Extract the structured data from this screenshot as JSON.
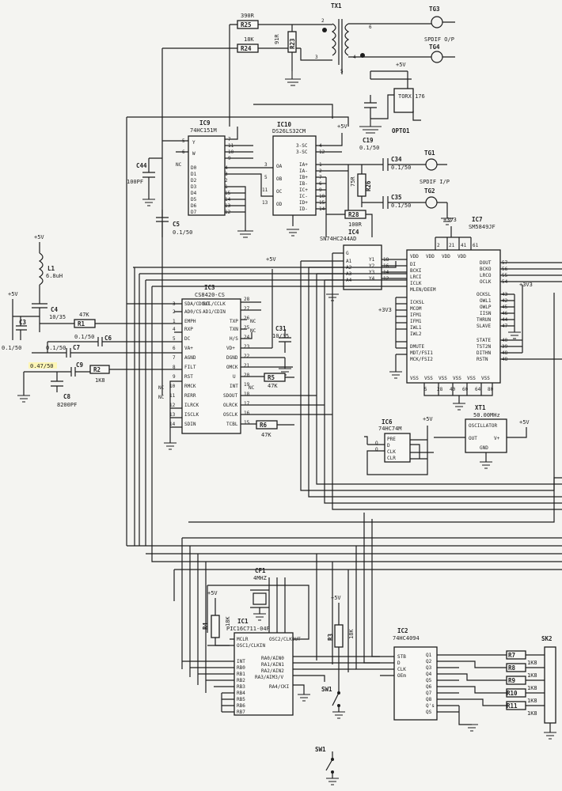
{
  "resistors": [
    {
      "ref": "R25",
      "value": "390R"
    },
    {
      "ref": "R24",
      "value": "18K"
    },
    {
      "ref": "R23",
      "value": "91R"
    },
    {
      "ref": "R1",
      "value": "47K"
    },
    {
      "ref": "R2",
      "value": "1K8"
    },
    {
      "ref": "R5",
      "value": "47K"
    },
    {
      "ref": "R6",
      "value": "47K"
    },
    {
      "ref": "R26",
      "value": "75R"
    },
    {
      "ref": "R28",
      "value": "100R"
    },
    {
      "ref": "R4",
      "value": "18K"
    },
    {
      "ref": "R3",
      "value": "18K"
    }
  ],
  "capacitors": [
    {
      "ref": "C44",
      "value": "100PF"
    },
    {
      "ref": "C5",
      "value": "0.1/50"
    },
    {
      "ref": "C4",
      "value": "10/35"
    },
    {
      "ref": "C3",
      "value": "0.1/50"
    },
    {
      "ref": "C6",
      "value": "0.1/50"
    },
    {
      "ref": "C7",
      "value": "0.1/50"
    },
    {
      "ref": "C9",
      "value": "0.47/50"
    },
    {
      "ref": "C8",
      "value": "8200PF"
    },
    {
      "ref": "C19",
      "value": "0.1/50"
    },
    {
      "ref": "C31",
      "value": "10/35"
    },
    {
      "ref": "C34",
      "value": "0.1/50"
    },
    {
      "ref": "C35",
      "value": "0.1/50"
    }
  ],
  "inductor": {
    "ref": "L1",
    "value": "6.8uH"
  },
  "transformer": {
    "ref": "TX1"
  },
  "terminals": {
    "tg3": "TG3",
    "tg4": "TG4",
    "tg1": "TG1",
    "tg2": "TG2",
    "spdif_out": "SPDIF O/P",
    "spdif_in": "SPDIF I/P"
  },
  "opto": {
    "ref": "OPTO1",
    "part": "TORX 176"
  },
  "supply": {
    "p5v": "+5V",
    "p3v3": "+3V3"
  },
  "ic9": {
    "ref": "IC9",
    "part": "74HC151M",
    "left_pins": [
      [
        "D0",
        "4"
      ],
      [
        "D1",
        "3"
      ],
      [
        "D2",
        "2"
      ],
      [
        "D3",
        "1"
      ],
      [
        "D4",
        "15"
      ],
      [
        "D5",
        "14"
      ],
      [
        "D6",
        "13"
      ],
      [
        "D7",
        "12"
      ]
    ],
    "top_pins": [
      "Y",
      "W",
      "5",
      "6"
    ],
    "right_pins": [
      "7",
      "11",
      "10",
      "9"
    ],
    "nc": "NC"
  },
  "ic10": {
    "ref": "IC10",
    "part": "DS26LS32CM",
    "left_pins": [
      [
        "OA",
        "3"
      ],
      [
        "OB",
        "5"
      ],
      [
        "OC",
        "11"
      ],
      [
        "OD",
        "13"
      ]
    ],
    "right_pins": [
      [
        "3-SC",
        "4"
      ],
      [
        "3-SC",
        "12"
      ],
      [
        "IA+",
        "1"
      ],
      [
        "IA-",
        "2"
      ],
      [
        "IB+",
        "7"
      ],
      [
        "IB-",
        "6"
      ],
      [
        "IC+",
        "9"
      ],
      [
        "IC-",
        "10"
      ],
      [
        "ID+",
        "15"
      ],
      [
        "ID-",
        "14"
      ]
    ]
  },
  "ic3": {
    "ref": "IC3",
    "part": "CS8420-CS",
    "left_pins": [
      [
        "SDA/CDOUT",
        "3"
      ],
      [
        "AD0/CS",
        "2"
      ],
      [
        "EMPH",
        "1"
      ],
      [
        "RXP",
        "4"
      ],
      [
        "DC",
        "5"
      ],
      [
        "VA+",
        "6"
      ],
      [
        "AGND",
        "7"
      ],
      [
        "FILT",
        "8"
      ],
      [
        "RST",
        "9"
      ],
      [
        "RMCK",
        "10"
      ],
      [
        "RERR",
        "11"
      ],
      [
        "ILRCK",
        "12"
      ],
      [
        "ISCLK",
        "13"
      ],
      [
        "SDIN",
        "14"
      ]
    ],
    "right_pins": [
      [
        "SCL/CCLK",
        "28"
      ],
      [
        "AD1/CDIN",
        "27"
      ],
      [
        "TXP",
        "26"
      ],
      [
        "TXN",
        "25"
      ],
      [
        "H/S",
        "24"
      ],
      [
        "VD+",
        "23"
      ],
      [
        "DGND",
        "22"
      ],
      [
        "OMCK",
        "21"
      ],
      [
        "U",
        "20"
      ],
      [
        "INT",
        "19"
      ],
      [
        "SDOUT",
        "18"
      ],
      [
        "OLRCK",
        "17"
      ],
      [
        "OSCLK",
        "16"
      ],
      [
        "TCBL",
        "15"
      ]
    ],
    "nc": "NC"
  },
  "ic4": {
    "ref": "IC4",
    "part": "SN74HC244AD",
    "left_pins": [
      "G",
      "A1",
      "A2",
      "A3",
      "A4"
    ],
    "right_pins": [
      "Y1",
      "Y2",
      "Y3",
      "Y4"
    ],
    "pin_nums": [
      "18",
      "16",
      "14",
      "12"
    ]
  },
  "ic7": {
    "ref": "IC7",
    "part": "SM5849JF",
    "top_pins": [
      "VDD",
      "VDD",
      "VDD",
      "VDD"
    ],
    "top_nums": [
      "2",
      "21",
      "41",
      "61"
    ],
    "left_pins": [
      "DI",
      "BCKI",
      "LRCI",
      "ICLK",
      "MLEN/DEEM",
      "ICKSL",
      "MCOM",
      "IFM1",
      "IFM1",
      "IWL1",
      "IWL2",
      "DMUTE",
      "MDT/FSI1",
      "MCK/FSI2"
    ],
    "right_pins": [
      "DOUT",
      "BCKO",
      "LRCO",
      "OCLK",
      "OCKSL",
      "OWL1",
      "OWLP",
      "IISN",
      "THRUN",
      "SLAVE",
      "STATE",
      "TST2N",
      "DITHN",
      "RSTN"
    ],
    "right_nums": [
      "57",
      "56",
      "55",
      "54",
      "43",
      "42",
      "45",
      "46",
      "44",
      "47",
      "40",
      "39",
      "48",
      "48"
    ],
    "bottom_pins": [
      "VSS",
      "VSS",
      "VSS",
      "VSS",
      "VSS",
      "VSS"
    ],
    "bottom_nums": [
      "5",
      "28",
      "40",
      "60",
      "64",
      "80"
    ]
  },
  "xt1": {
    "ref": "XT1",
    "freq": "50.00MHz",
    "name": "OSCILLATOR",
    "pins": [
      "OUT",
      "V+",
      "GND"
    ]
  },
  "ic6": {
    "ref": "IC6",
    "part": "74HC74M",
    "pins": [
      "PRE",
      "D",
      "CLK",
      "CLR",
      "Q",
      "Q"
    ]
  },
  "cf1": {
    "ref": "CF1",
    "freq": "4MHZ"
  },
  "ic1": {
    "ref": "IC1",
    "part": "PIC16C711-04P",
    "left_pins": [
      "MCLR",
      "OSC1/CLKIN",
      "INT",
      "RB0",
      "RB1",
      "RB2",
      "RB3",
      "RB4",
      "RB5",
      "RB6",
      "RB7"
    ],
    "right_pins": [
      "OSC2/CLKOUT",
      "RA0/AIN0",
      "RA1/AIN1",
      "RA2/AIN2",
      "RA3/AIM3/V",
      "RA4/CKI"
    ]
  },
  "ic2": {
    "ref": "IC2",
    "part": "74HC4094",
    "left_pins": [
      "STB",
      "D",
      "CLK",
      "OEm"
    ],
    "right_pins": [
      "Q1",
      "Q2",
      "Q3",
      "Q4",
      "Q5",
      "Q6",
      "Q7",
      "Q8",
      "Q's",
      "QS"
    ]
  },
  "r_out": [
    {
      "ref": "R7",
      "value": "1K8"
    },
    {
      "ref": "R8",
      "value": "1K8"
    },
    {
      "ref": "R9",
      "value": "1K8"
    },
    {
      "ref": "R10",
      "value": "1K8"
    },
    {
      "ref": "R11",
      "value": "1K8"
    }
  ],
  "sk2": {
    "ref": "SK2"
  },
  "sw1": {
    "ref": "SW1"
  },
  "sw1b": {
    "ref": "SW1"
  }
}
